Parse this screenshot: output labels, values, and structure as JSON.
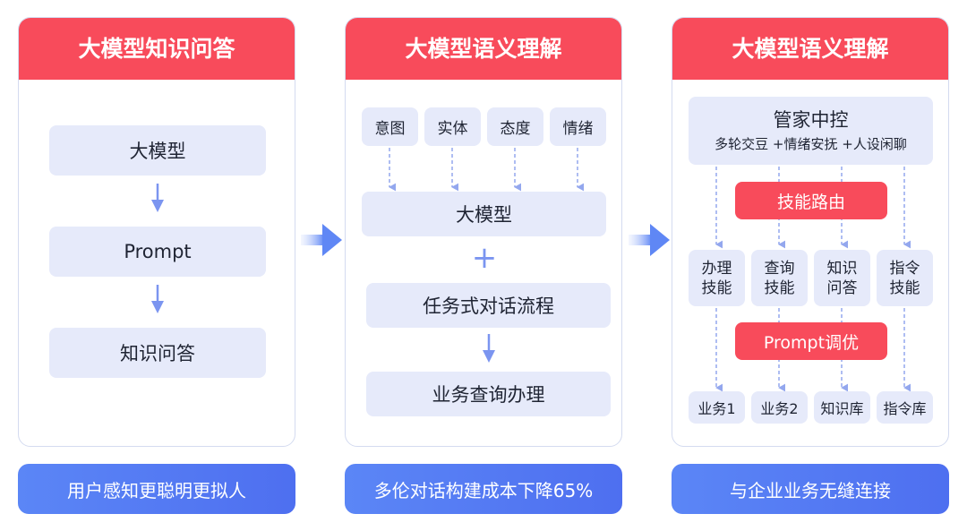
{
  "panel1": {
    "title": "大模型知识问答",
    "steps": [
      "大模型",
      "Prompt",
      "知识问答"
    ],
    "footer": "用户感知更聪明更拟人"
  },
  "panel2": {
    "title": "大模型语义理解",
    "inputs": [
      "意图",
      "实体",
      "态度",
      "情绪"
    ],
    "model": "大模型",
    "plus": "+",
    "flow": "任务式对话流程",
    "business": "业务查询办理",
    "footer": "多伦对话构建成本下降65%"
  },
  "panel3": {
    "title": "大模型语义理解",
    "control_title": "管家中控",
    "control_sub": "多轮交豆 +情绪安抚 +人设闲聊",
    "routing": "技能路由",
    "skills": [
      "办理\n技能",
      "查询\n技能",
      "知识\n问答",
      "指令\n技能"
    ],
    "prompt_tune": "Prompt调优",
    "targets": [
      "业务1",
      "业务2",
      "知识库",
      "指令库"
    ],
    "footer": "与企业业务无缝连接"
  },
  "colors": {
    "accent_red": "#f84b5b",
    "box_bg": "#e6eafa",
    "arrow_blue": "#7b95f0",
    "footer_blue": "#5279f3"
  },
  "icons": [
    "arrow-down-icon",
    "dashed-arrow-icon",
    "chevron-right-icon",
    "plus-icon"
  ]
}
